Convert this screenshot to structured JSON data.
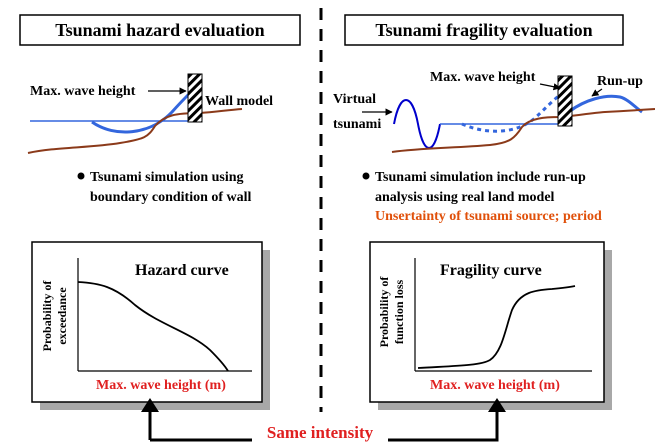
{
  "left_panel": {
    "title": "Tsunami hazard evaluation",
    "label_max_wave": "Max. wave height",
    "label_wall": "Wall model",
    "bullet_line1": "Tsunami simulation using",
    "bullet_line2": "boundary condition of wall",
    "chart": {
      "title": "Hazard curve",
      "ylabel_line1": "Probability of",
      "ylabel_line2": "exceedance",
      "xlabel": "Max. wave height (m)"
    }
  },
  "right_panel": {
    "title": "Tsunami fragility evaluation",
    "label_max_wave": "Max. wave height",
    "label_runup": "Run-up",
    "label_virtual_line1": "Virtual",
    "label_virtual_line2": "tsunami",
    "bullet_line1": "Tsunami simulation include run-up",
    "bullet_line2": "analysis using real land model",
    "note": "Unsertainty of tsunami source; period",
    "chart": {
      "title": "Fragility curve",
      "ylabel_line1": "Probability of",
      "ylabel_line2": "function loss",
      "xlabel": "Max. wave height (m)"
    }
  },
  "bottom": {
    "label": "Same intensity"
  },
  "colors": {
    "water": "#3366dd",
    "ground": "#8b3a1a",
    "accent_red": "#e02020",
    "accent_orange": "#e0500a",
    "box_shadow": "#a8a8a8"
  }
}
